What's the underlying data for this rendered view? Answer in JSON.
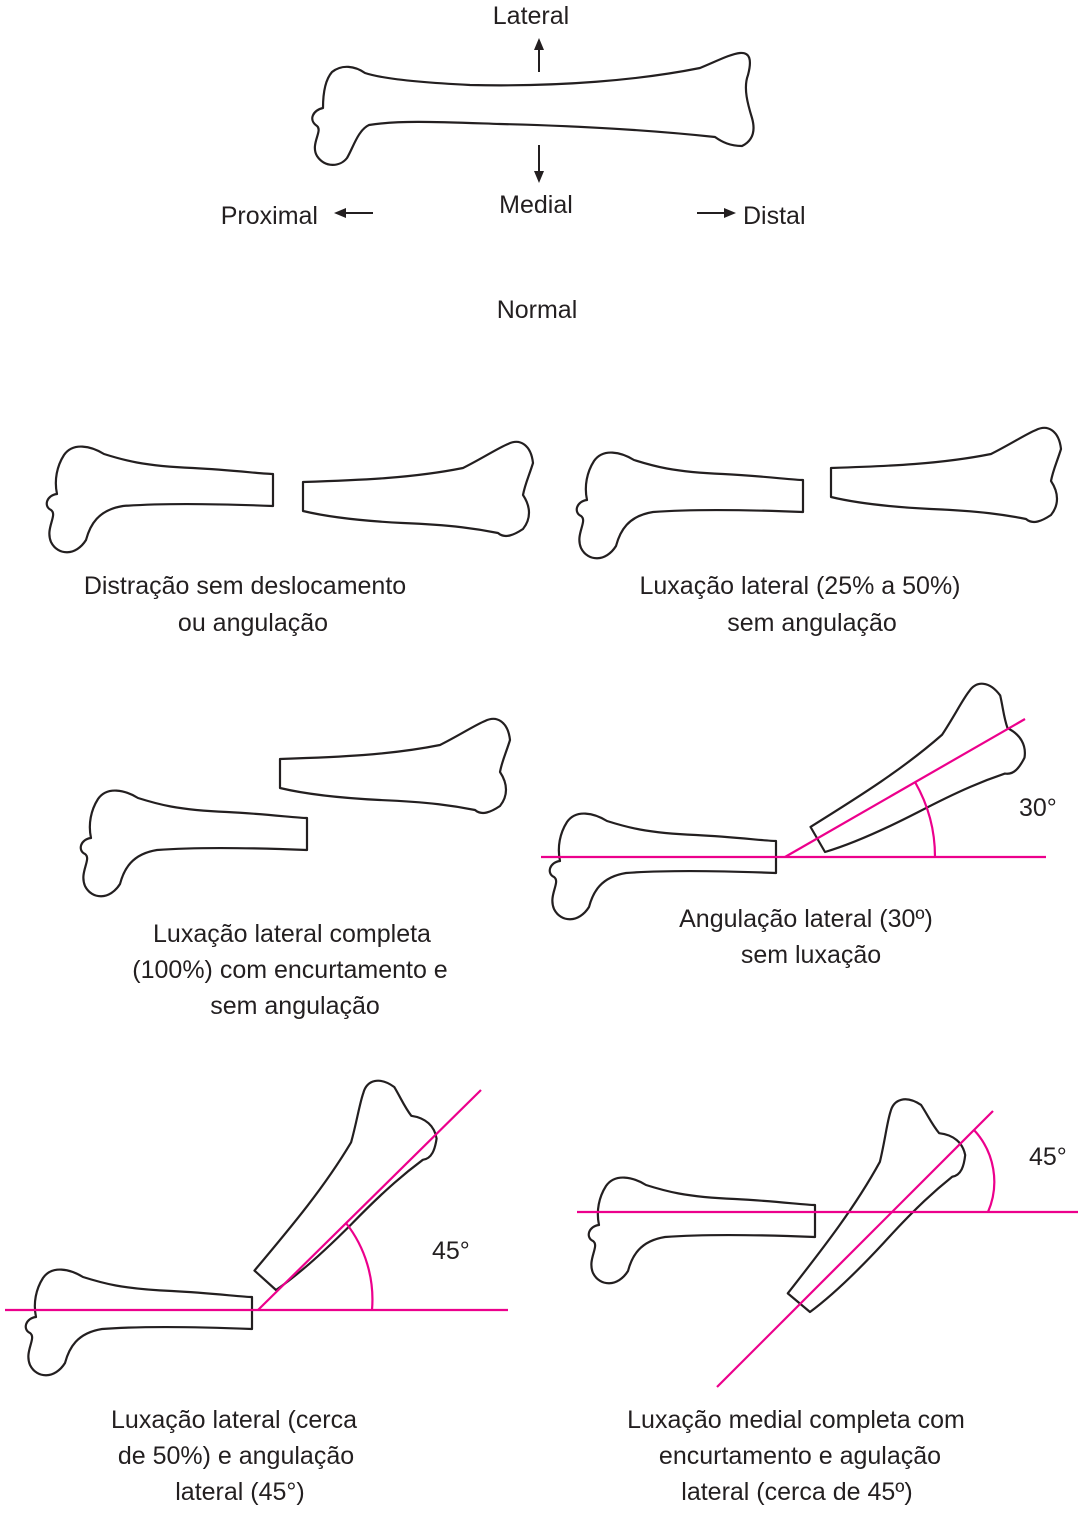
{
  "orientation": {
    "lateral": "Lateral",
    "medial": "Medial",
    "proximal": "Proximal",
    "distal": "Distal",
    "title": "Normal"
  },
  "panels": [
    {
      "caption": [
        "Distração sem deslocamento",
        "ou angulação"
      ]
    },
    {
      "caption": [
        "Luxação lateral (25% a 50%)",
        "sem angulação"
      ]
    },
    {
      "caption": [
        "Luxação lateral completa",
        "(100%) com encurtamento e",
        "sem angulação"
      ]
    },
    {
      "caption": [
        "Angulação lateral (30º)",
        "sem luxação"
      ],
      "angle_label": "30°"
    },
    {
      "caption": [
        "Luxação lateral (cerca",
        "de 50%) e angulação",
        "lateral (45°)"
      ],
      "angle_label": "45°"
    },
    {
      "caption": [
        "Luxação medial completa com",
        "encurtamento e agulação",
        "lateral (cerca de 45º)"
      ],
      "angle_label": "45°"
    }
  ],
  "colors": {
    "outline": "#231f20",
    "reference_line": "#ec008c"
  }
}
